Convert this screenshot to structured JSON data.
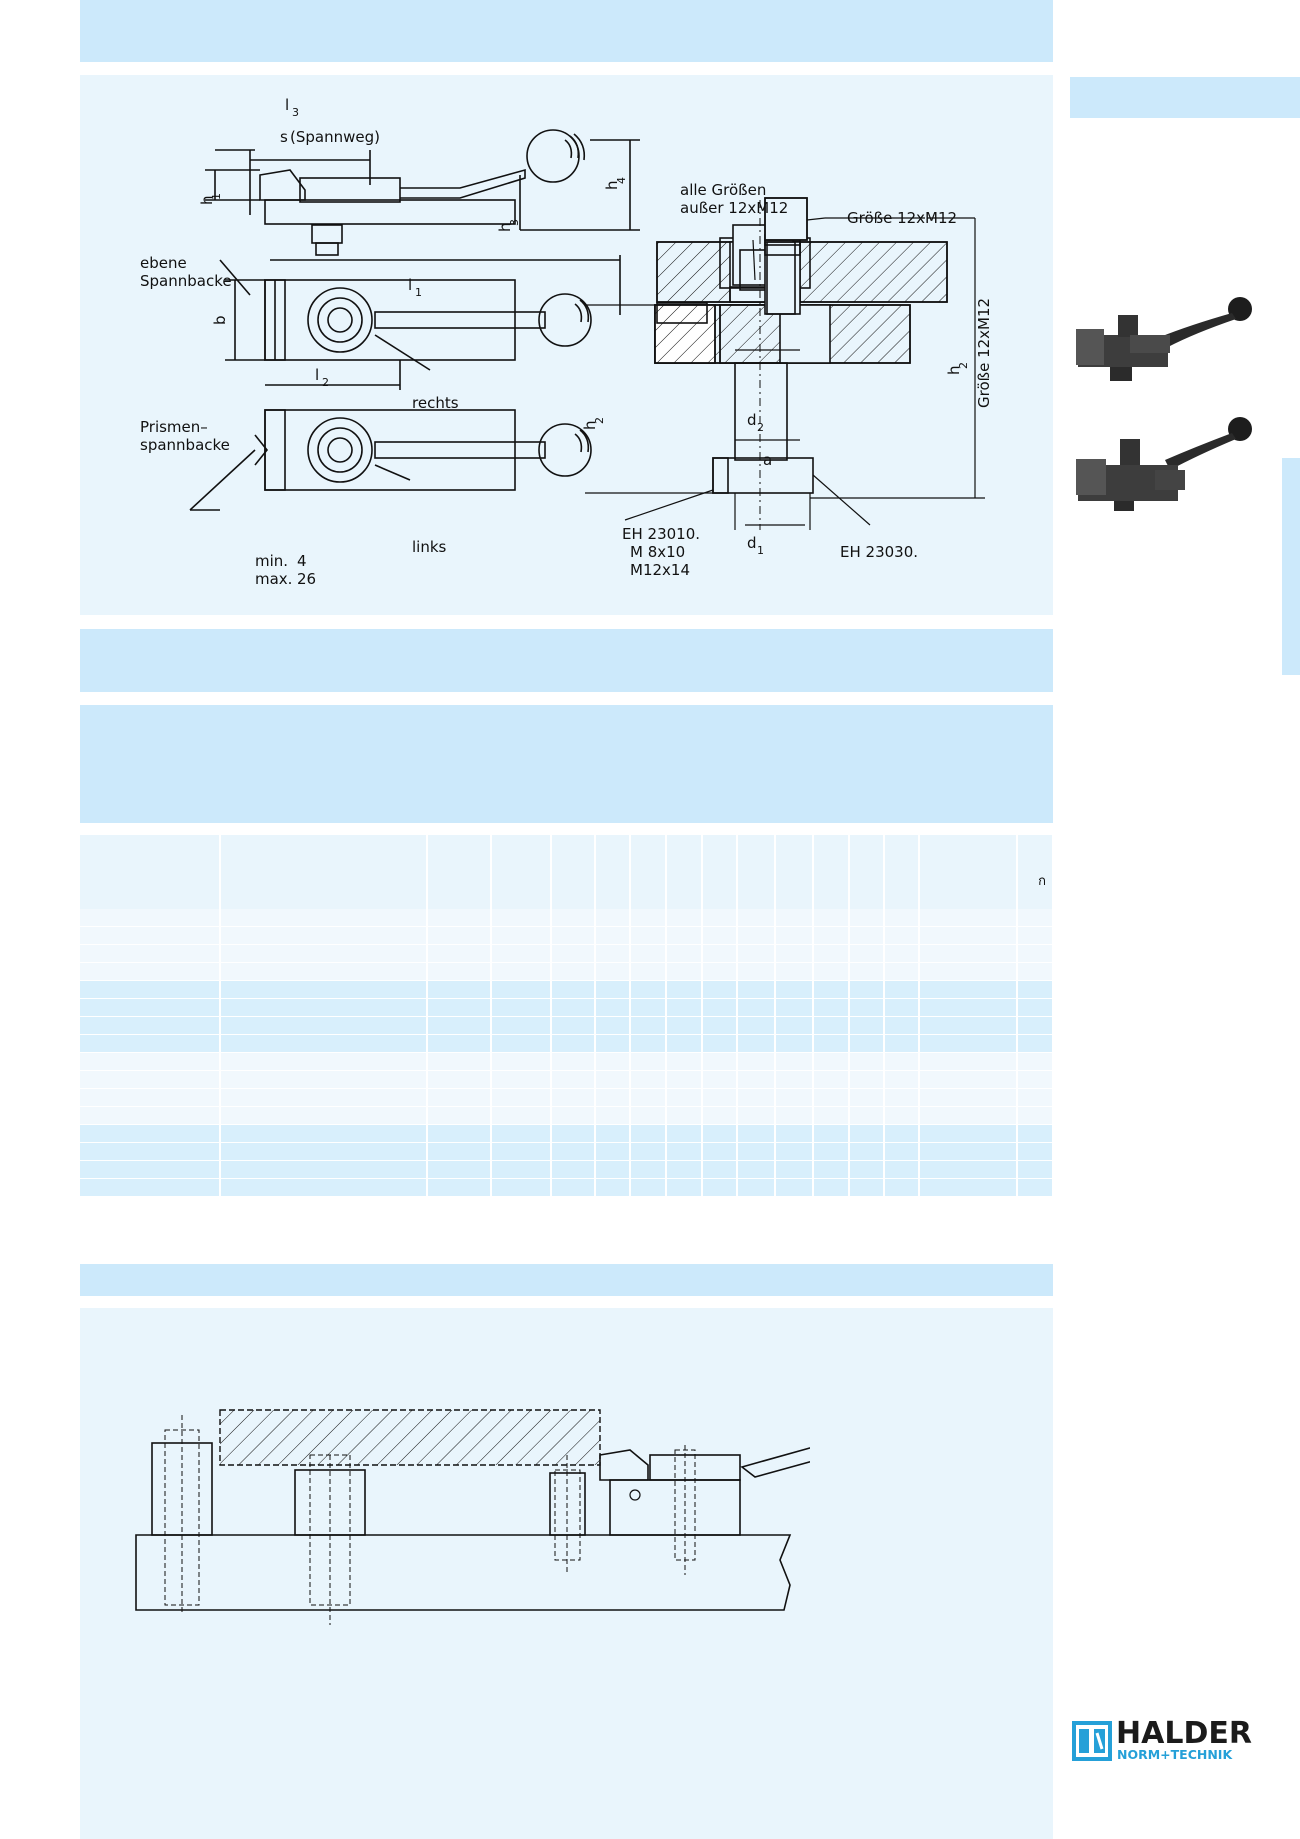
{
  "diagram_top": {
    "labels": {
      "l3": "l",
      "l3_sub": "3",
      "s": "s",
      "spannweg": "(Spannweg)",
      "h1": "h",
      "h1_sub": "1",
      "h4": "h",
      "h4_sub": "4",
      "h3": "h",
      "h3_sub": "3",
      "ebene": "ebene",
      "spannbacke": "Spannbacke",
      "l1": "l",
      "l1_sub": "1",
      "b": "b",
      "rechts": "rechts",
      "l2": "l",
      "l2_sub": "2",
      "prismen": "Prismen–",
      "prismen2": "spannbacke",
      "links": "links",
      "min": "min.",
      "min_val": "4",
      "max": "max.",
      "max_val": "26"
    }
  },
  "diagram_section": {
    "labels": {
      "alle": "alle Größen",
      "ausser": "außer 12xM12",
      "groesse": "Größe 12xM12",
      "h2_left": "h",
      "h2_left_sub": "2",
      "h2_right": "h",
      "h2_right_sub": "2",
      "groesse_vertical": "Größe 12xM12",
      "d2": "d",
      "d2_sub": "2",
      "a": "a",
      "d1": "d",
      "d1_sub": "1",
      "eh23010": "EH 23010.",
      "m8": "M 8x10",
      "m12": "M12x14",
      "eh23030": "EH 23030."
    }
  },
  "table": {
    "header_icon": "weight-icon",
    "header_symbol": "ก"
  },
  "logo": {
    "name": "HALDER",
    "tagline": "NORM+TECHNIK",
    "brand_color": "#25a0d8"
  },
  "colors": {
    "band": "#cce9fb",
    "panel_light": "#e9f5fc"
  }
}
